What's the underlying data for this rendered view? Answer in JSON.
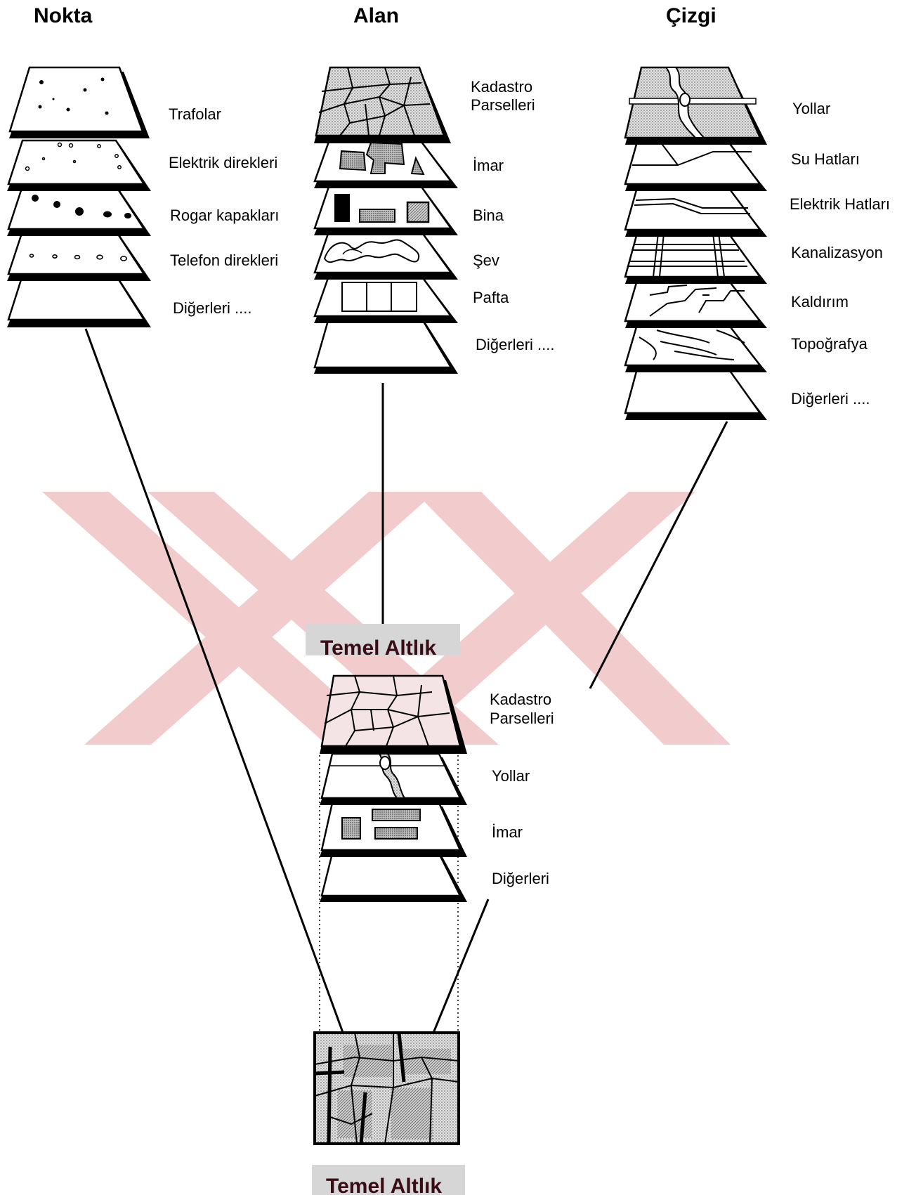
{
  "columns": {
    "point": {
      "title": "Nokta",
      "layers": [
        "Trafolar",
        "Elektrik direkleri",
        "Rogar kapakları",
        "Telefon direkleri",
        "Diğerleri ...."
      ]
    },
    "area": {
      "title": "Alan",
      "layers": [
        "Kadastro",
        "Parselleri",
        "İmar",
        "Bina",
        "Şev",
        "Pafta",
        "Diğerleri ...."
      ]
    },
    "line": {
      "title": "Çizgi",
      "layers": [
        "Yollar",
        "Su Hatları",
        "Elektrik Hatları",
        "Kanalizasyon",
        "Kaldırım",
        "Topoğrafya",
        "Diğerleri ...."
      ]
    }
  },
  "base": {
    "caption_top": "Temel Altlık",
    "layers": [
      "Kadastro",
      "Parselleri",
      "Yollar",
      "İmar",
      "Diğerleri"
    ],
    "caption_bottom": "Temel Altlık"
  },
  "colors": {
    "watermark": "#e8a3a6",
    "dot_fill": "#b8b8b8",
    "caption_bg": "#d6d6d6"
  }
}
